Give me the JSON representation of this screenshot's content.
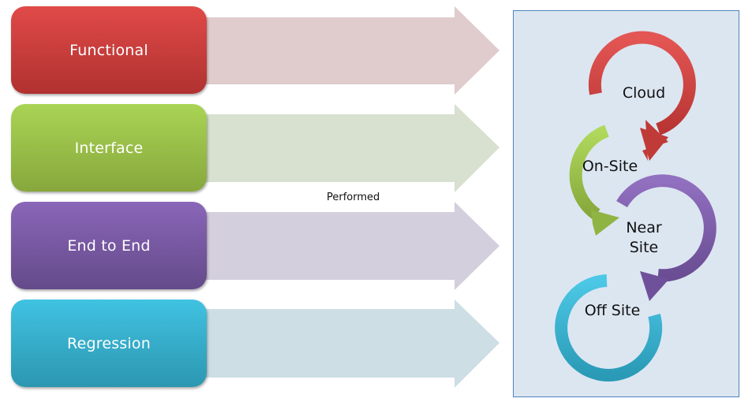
{
  "categories": [
    {
      "label": "Functional",
      "color_top": "#e04a48",
      "color_bottom": "#b03230",
      "arrow_color": "#e0cccd"
    },
    {
      "label": "Interface",
      "color_top": "#a9d454",
      "color_bottom": "#87a73c",
      "arrow_color": "#d8e0d0"
    },
    {
      "label": "End to End",
      "color_top": "#8a66b8",
      "color_bottom": "#644a8a",
      "arrow_color": "#d4cfdc"
    },
    {
      "label": "Regression",
      "color_top": "#40c2e2",
      "color_bottom": "#2c97b0",
      "arrow_color": "#cddee4"
    }
  ],
  "connector_label": "Performed",
  "panel": {
    "background": "#dce6f1",
    "border": "#4f81bd",
    "locations": [
      {
        "label": "Cloud",
        "color": "#d2403e"
      },
      {
        "label": "On-Site",
        "color": "#9cc44c"
      },
      {
        "label": "Near Site",
        "line1": "Near",
        "line2": "Site",
        "color": "#7d5aab"
      },
      {
        "label": "Off Site",
        "color": "#3ab4d4"
      }
    ]
  }
}
